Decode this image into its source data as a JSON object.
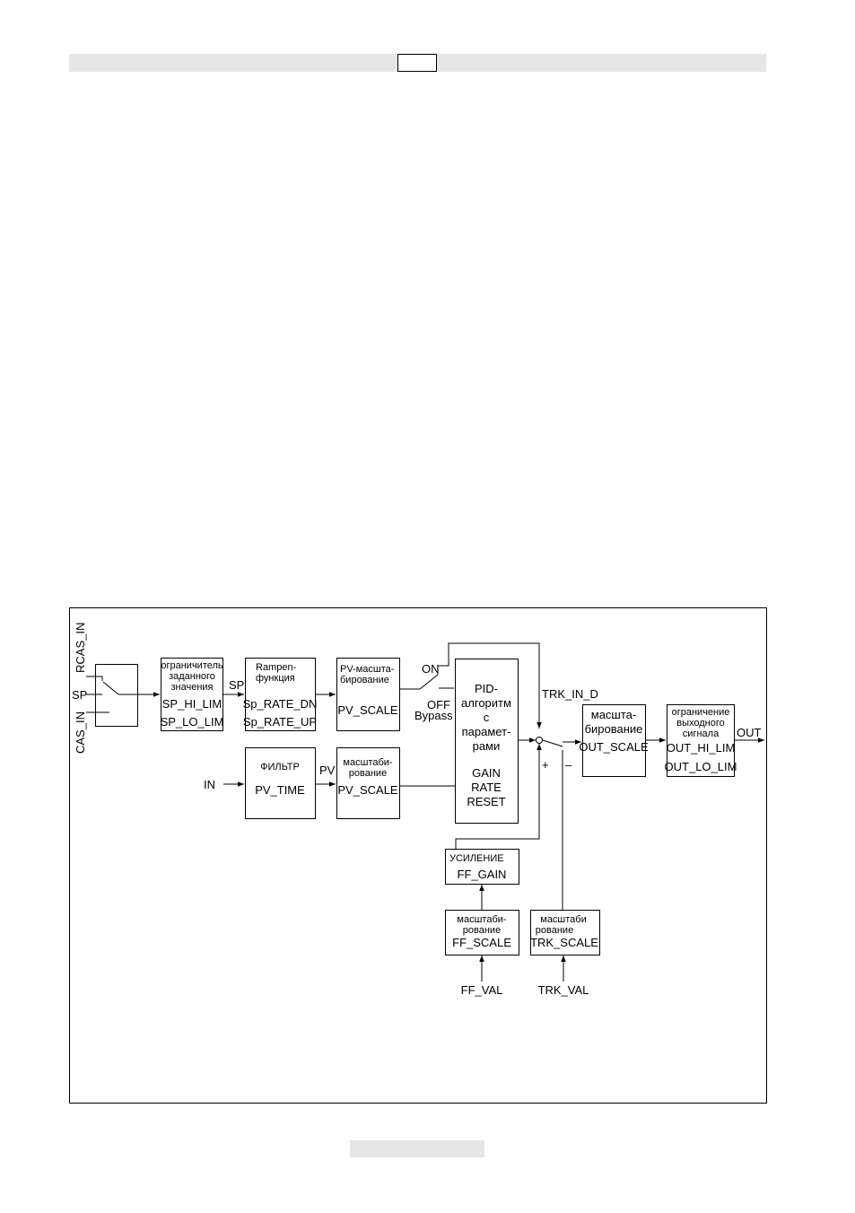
{
  "page": {
    "header_box_text": "",
    "footer_text": ""
  },
  "diagram": {
    "inputs": {
      "rcas_in": "RCAS_IN",
      "sp": "SP",
      "cas_in": "CAS_IN",
      "in": "IN",
      "ff_val": "FF_VAL",
      "trk_val": "TRK_VAL"
    },
    "signals": {
      "sp": "SP",
      "pv": "PV",
      "on": "ON",
      "off": "OFF",
      "bypass": "Bypass",
      "trk_in_d": "TRK_IN_D",
      "plus": "+",
      "minus": "–",
      "out": "OUT"
    },
    "blocks": {
      "sp_limiter": {
        "line1": "ограничитель",
        "line2": "заданного",
        "line3": "значения",
        "param1": "SP_HI_LIM",
        "param2": "SP_LO_LIM"
      },
      "ramp": {
        "line1": "Rampen-",
        "line2": "функция",
        "param1": "Sp_RATE_DN",
        "param2": "Sp_RATE_UP"
      },
      "pv_scale_top": {
        "line1": "PV-масшта-",
        "line2": "бирование",
        "param1": "PV_SCALE"
      },
      "filter": {
        "line1": "ФИЛЬТР",
        "param1": "PV_TIME"
      },
      "pv_scale_bottom": {
        "line1": "масштаби-",
        "line2": "рование",
        "param1": "PV_SCALE"
      },
      "pid": {
        "line1": "PID-",
        "line2": "алгоритм",
        "line3": "с",
        "line4": "парамет-",
        "line5": "рами",
        "param1": "GAIN",
        "param2": "RATE",
        "param3": "RESET"
      },
      "out_scale": {
        "line1": "масшта-",
        "line2": "бирование",
        "param1": "OUT_SCALE"
      },
      "out_limit": {
        "line1": "ограничение",
        "line2": "выходного",
        "line3": "сигнала",
        "param1": "OUT_HI_LIM",
        "param2": "OUT_LO_LIM"
      },
      "ff_gain": {
        "line1": "УСИЛЕНИЕ",
        "param1": "FF_GAIN"
      },
      "ff_scale": {
        "line1": "масштаби-",
        "line2": "рование",
        "param1": "FF_SCALE"
      },
      "trk_scale": {
        "line1": "масштаби",
        "line2": "рование",
        "param1": "TRK_SCALE"
      }
    }
  }
}
